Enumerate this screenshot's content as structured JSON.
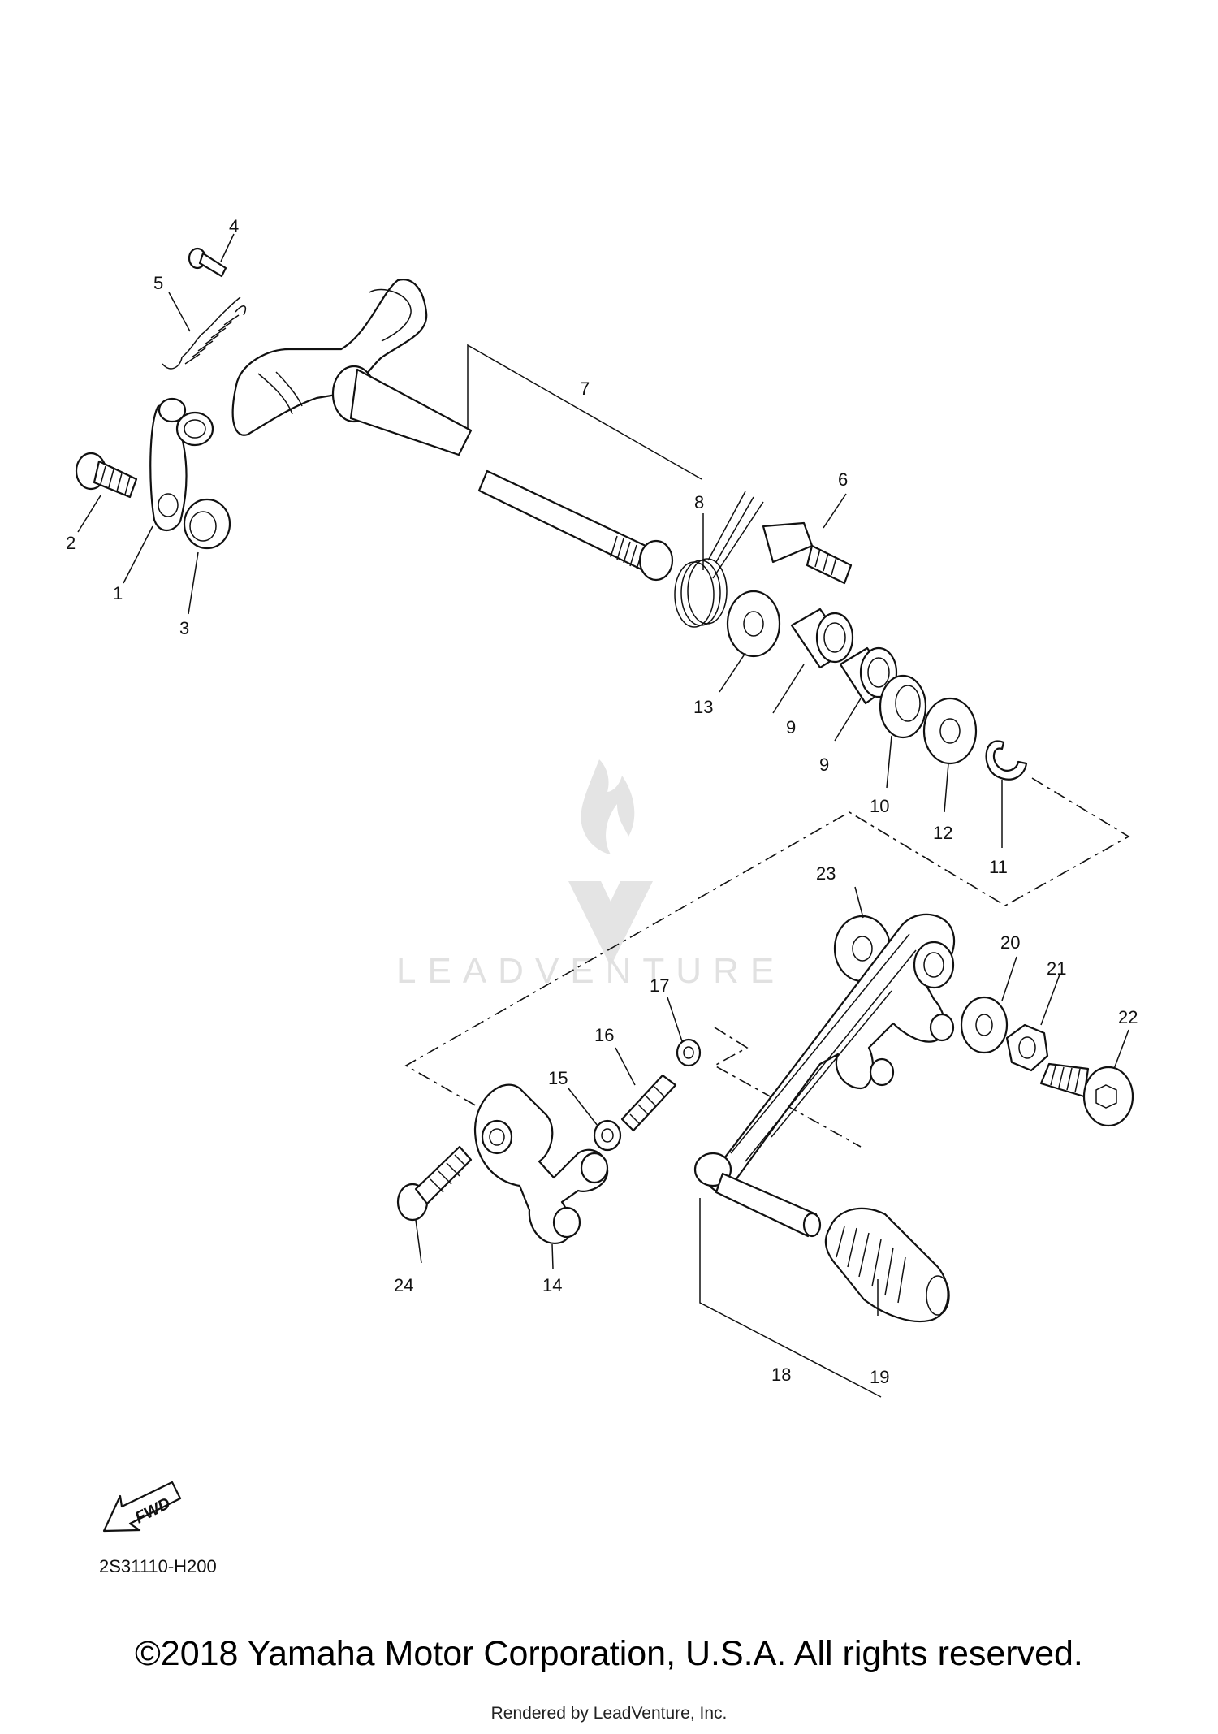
{
  "diagram": {
    "code": "2S31110-H200",
    "fwd_label": "FWD",
    "watermark": "LEADVENTURE",
    "callouts": [
      {
        "id": "1",
        "text": "1"
      },
      {
        "id": "2",
        "text": "2"
      },
      {
        "id": "3",
        "text": "3"
      },
      {
        "id": "4",
        "text": "4"
      },
      {
        "id": "5",
        "text": "5"
      },
      {
        "id": "6",
        "text": "6"
      },
      {
        "id": "7",
        "text": "7"
      },
      {
        "id": "8",
        "text": "8"
      },
      {
        "id": "9a",
        "text": "9"
      },
      {
        "id": "9b",
        "text": "9"
      },
      {
        "id": "10",
        "text": "10"
      },
      {
        "id": "11",
        "text": "11"
      },
      {
        "id": "12",
        "text": "12"
      },
      {
        "id": "13",
        "text": "13"
      },
      {
        "id": "14",
        "text": "14"
      },
      {
        "id": "15",
        "text": "15"
      },
      {
        "id": "16",
        "text": "16"
      },
      {
        "id": "17",
        "text": "17"
      },
      {
        "id": "18",
        "text": "18"
      },
      {
        "id": "19",
        "text": "19"
      },
      {
        "id": "20",
        "text": "20"
      },
      {
        "id": "21",
        "text": "21"
      },
      {
        "id": "22",
        "text": "22"
      },
      {
        "id": "23",
        "text": "23"
      },
      {
        "id": "24",
        "text": "24"
      }
    ]
  },
  "footer": {
    "copyright": "©2018 Yamaha Motor Corporation, U.S.A. All rights reserved.",
    "rendered_by": "Rendered by LeadVenture, Inc."
  }
}
